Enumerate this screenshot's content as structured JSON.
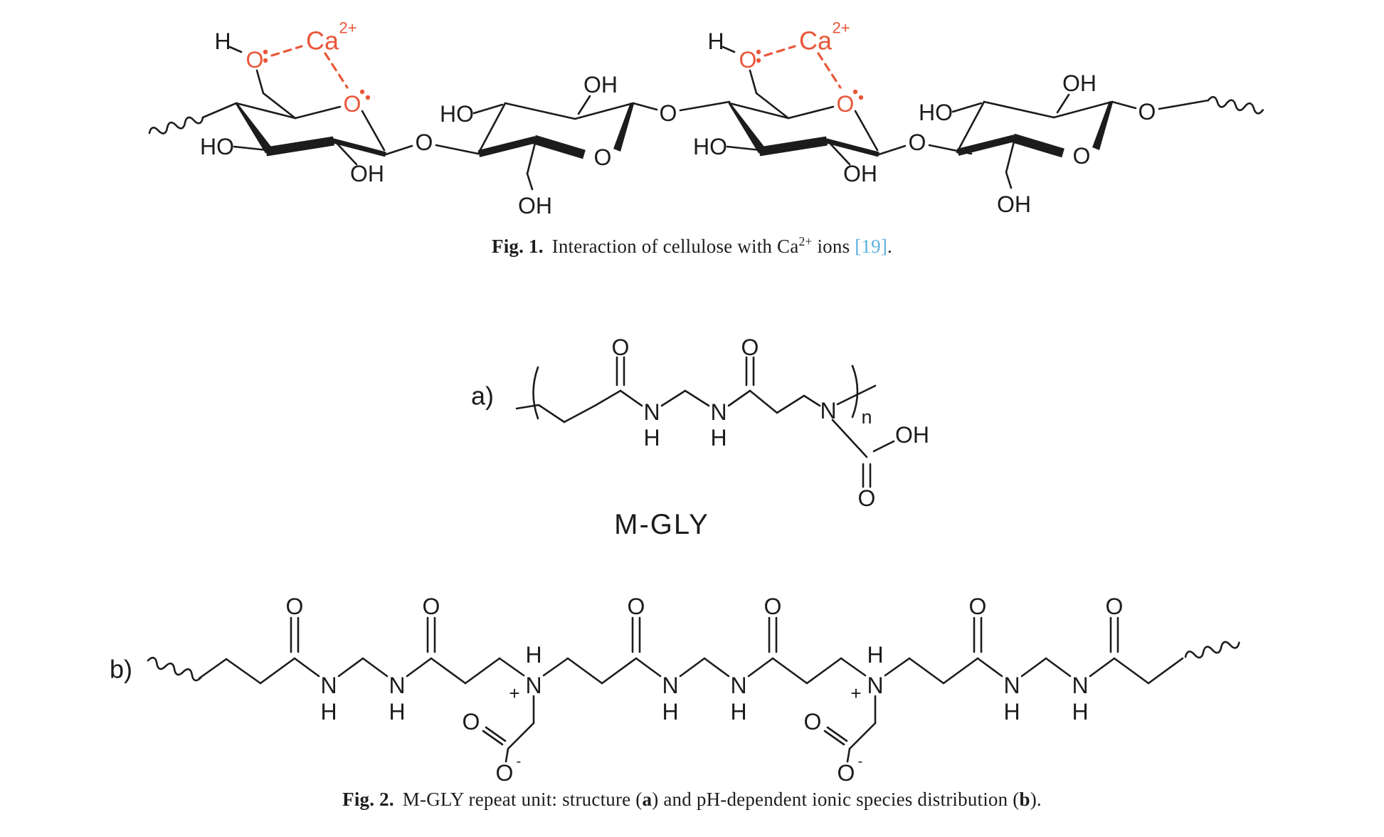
{
  "colors": {
    "background": "#ffffff",
    "bond": "#1c1c1c",
    "calcium_highlight": "#e8573a",
    "reference_link": "#5ab0e0",
    "caption_text": "#1d1d1d"
  },
  "atom_labels": {
    "H": "H",
    "O": "O",
    "HO": "HO",
    "OH": "OH",
    "N": "N",
    "Ca": "Ca",
    "ca_charge": "2+",
    "plus": "+",
    "minus": "-",
    "n_subscript": "n"
  },
  "fig1": {
    "caption": {
      "tag": "Fig. 1.",
      "text_before_sup": "Interaction of cellulose with Ca",
      "sup": "2+",
      "text_after_sup": " ions ",
      "ref": "[19]",
      "text_end": "."
    }
  },
  "fig2": {
    "panel_a_label": "a)",
    "panel_b_label": "b)",
    "polymer_name": "M-GLY",
    "caption": {
      "tag": "Fig. 2.",
      "t1": "M-GLY repeat unit: structure (",
      "bold_a": "a",
      "t2": ") and pH-dependent ionic species distribution (",
      "bold_b": "b",
      "t3": ")."
    }
  }
}
